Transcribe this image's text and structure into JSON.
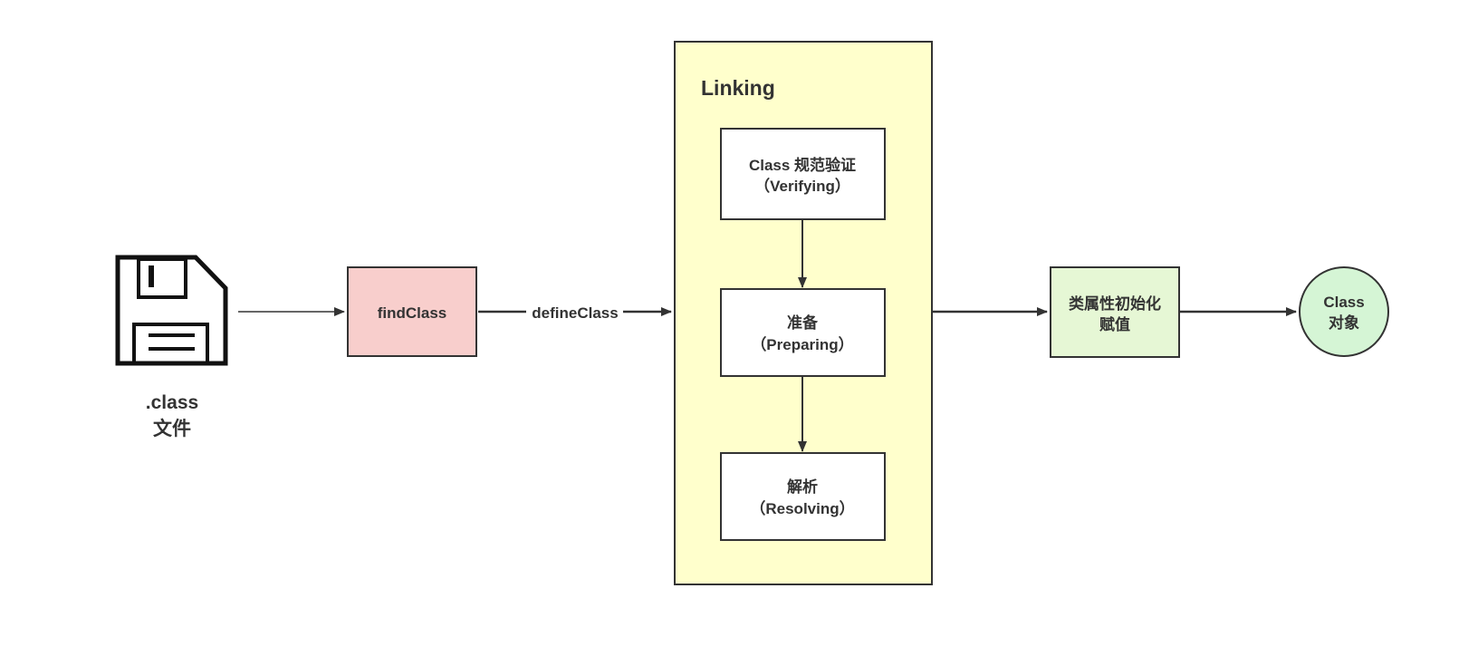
{
  "colors": {
    "stroke": "#333333",
    "find_class_fill": "#f8cecc",
    "linking_fill": "#ffffcc",
    "init_fill": "#e6f7d5",
    "class_object_fill": "#d5f5d5",
    "step_fill": "#ffffff"
  },
  "file": {
    "icon": "floppy-disk-icon",
    "label_line1": ".class",
    "label_line2": "文件"
  },
  "find_class": {
    "label": "findClass"
  },
  "edge_define_class": {
    "label": "defineClass"
  },
  "linking": {
    "title": "Linking",
    "steps": [
      {
        "line1": "Class 规范验证",
        "line2": "（Verifying）"
      },
      {
        "line1": "准备",
        "line2": "（Preparing）"
      },
      {
        "line1": "解析",
        "line2": "（Resolving）"
      }
    ]
  },
  "initialize": {
    "line1": "类属性初始化",
    "line2": "赋值"
  },
  "class_object": {
    "line1": "Class",
    "line2": "对象"
  }
}
